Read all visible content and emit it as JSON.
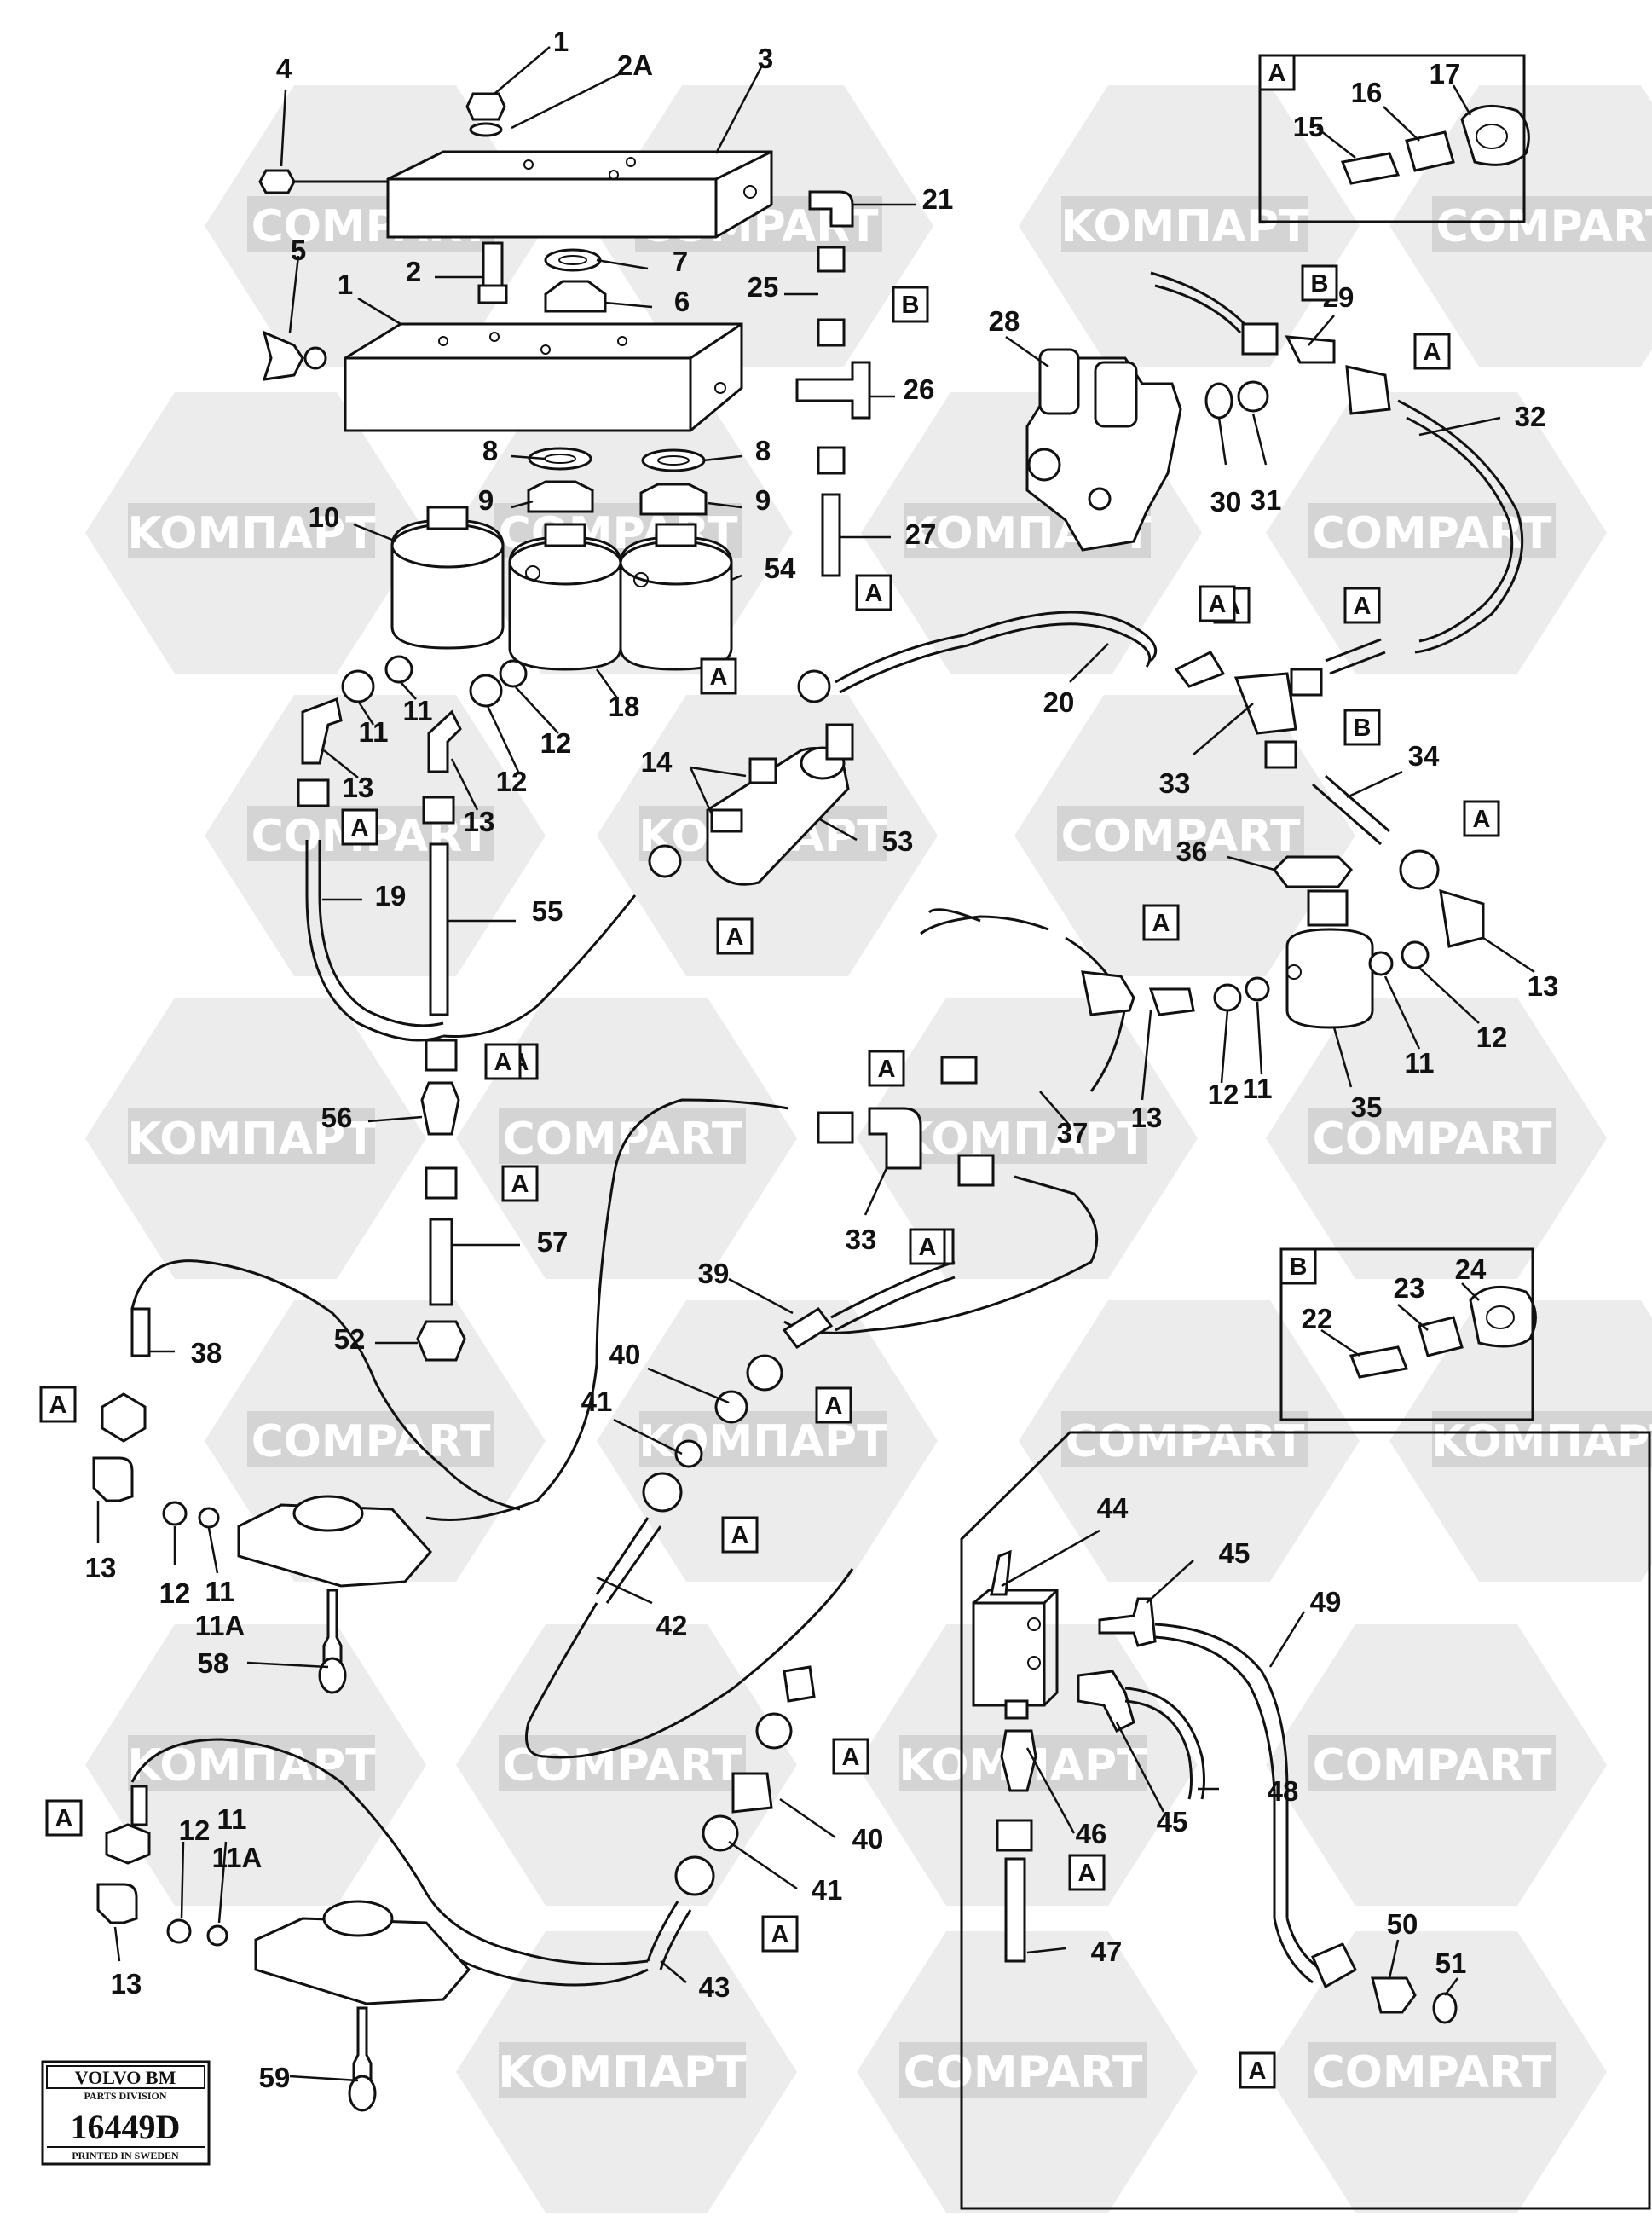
{
  "watermarks": [
    {
      "text": "COMPART",
      "row": 0
    },
    {
      "text": "COMPART",
      "row": 0
    },
    {
      "text": "KOMПAPT",
      "row": 0
    },
    {
      "text": "COMPART",
      "row": 0
    },
    {
      "text": "KOMПAPT",
      "row": 1
    },
    {
      "text": "COMPART",
      "row": 1
    },
    {
      "text": "KOMПAPT",
      "row": 1
    },
    {
      "text": "COMPART",
      "row": 1
    },
    {
      "text": "COMPART",
      "row": 2
    },
    {
      "text": "KOMПAPT",
      "row": 2
    },
    {
      "text": "COMPART",
      "row": 2
    },
    {
      "text": "KOMПAPT",
      "row": 3
    },
    {
      "text": "COMPART",
      "row": 3
    },
    {
      "text": "KOMПAPT",
      "row": 3
    },
    {
      "text": "COMPART",
      "row": 3
    },
    {
      "text": "COMPART",
      "row": 4
    },
    {
      "text": "KOMПAPT",
      "row": 4
    },
    {
      "text": "COMPART",
      "row": 4
    },
    {
      "text": "KOMПAPT",
      "row": 4
    },
    {
      "text": "KOMПAPT",
      "row": 5
    },
    {
      "text": "COMPART",
      "row": 5
    },
    {
      "text": "KOMПAPT",
      "row": 5
    },
    {
      "text": "COMPART",
      "row": 5
    },
    {
      "text": "KOMПAPT",
      "row": 6
    },
    {
      "text": "COMPART",
      "row": 6
    },
    {
      "text": "KOMПAPT",
      "row": 6
    },
    {
      "text": "COMPART",
      "row": 6
    }
  ],
  "boxes": {
    "detail_a": "A",
    "detail_b": "B"
  },
  "callouts": [
    "1",
    "2A",
    "3",
    "4",
    "1",
    "2",
    "5",
    "7",
    "6",
    "21",
    "25",
    "26",
    "27",
    "28",
    "29",
    "30",
    "31",
    "32",
    "8",
    "9",
    "8",
    "9",
    "10",
    "54",
    "18",
    "11",
    "11",
    "12",
    "12",
    "13",
    "13",
    "19",
    "55",
    "14",
    "53",
    "20",
    "33",
    "34",
    "36",
    "13",
    "12",
    "11",
    "35",
    "11",
    "12",
    "13",
    "37",
    "33",
    "39",
    "56",
    "57",
    "52",
    "38",
    "40",
    "41",
    "42",
    "13",
    "12",
    "11",
    "11A",
    "58",
    "44",
    "45",
    "46",
    "47",
    "49",
    "48",
    "45",
    "40",
    "41",
    "43",
    "12",
    "11",
    "11A",
    "13",
    "59",
    "50",
    "51",
    "15",
    "16",
    "17",
    "22",
    "23",
    "24"
  ],
  "letter_tags": [
    "A",
    "B",
    "B",
    "A",
    "A",
    "B",
    "A",
    "A",
    "A",
    "A",
    "A",
    "A",
    "A",
    "A",
    "A",
    "A",
    "A",
    "A",
    "A",
    "A",
    "A",
    "A",
    "A",
    "A",
    "A",
    "A",
    "A",
    "A"
  ],
  "stamp": {
    "brand": "VOLVO BM",
    "division": "PARTS DIVISION",
    "number": "16449D",
    "footer": "PRINTED IN SWEDEN"
  }
}
